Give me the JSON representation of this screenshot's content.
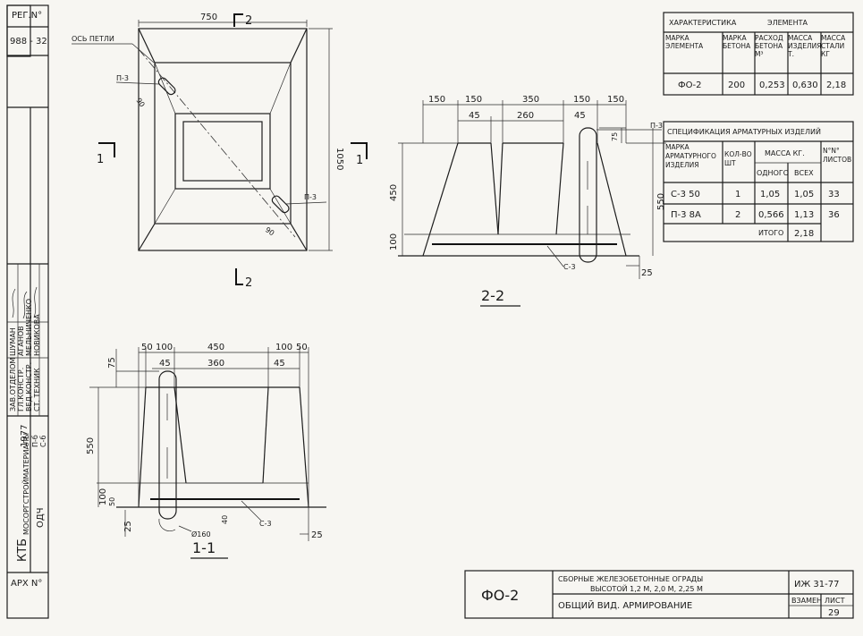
{
  "side_stamps": {
    "reg_label": "РЕГ.N°",
    "reg_number": "988 - 32",
    "arch_label": "АРХ N°",
    "org_line1": "КТБ",
    "org_line2": "МОСОРГСТРОЙМАТЕРИАЛЫ",
    "dept": "ОДЧ",
    "roles": [
      "ЗАВ.ОТДЕЛОМ",
      "ГЛ.КОНСТР.",
      "ВЕД.КОНСТР.",
      "СТ. ТЕХНИК"
    ],
    "names": [
      "ШУМАН",
      "АГАНОВ",
      "МЕЛЬНИЧЕНКО",
      "НОВИКОВА"
    ],
    "year_code": "1977",
    "group_codes": [
      "П-б",
      "С-б"
    ]
  },
  "plan_view": {
    "dim_top": "750",
    "dim_right": "1050",
    "loop_axis_label": "ОСЬ ПЕТЛИ",
    "loop_tag_1": "П-3",
    "loop_tag_2": "П-3",
    "angle_1": "90",
    "angle_2": "90",
    "section_mark_top": "2",
    "section_mark_bottom": "2",
    "section_mark_left": "1",
    "section_mark_right": "1"
  },
  "section_22": {
    "title": "2-2",
    "dims_top": [
      "150",
      "150",
      "350",
      "150",
      "150"
    ],
    "dims_inner": [
      "45",
      "260",
      "45"
    ],
    "dim_left_450": "450",
    "dim_left_100": "100",
    "dim_right_75": "75",
    "dim_right_550": "550",
    "dim_bottom_25": "25",
    "tag_loop": "П-3",
    "tag_mesh": "С-3"
  },
  "section_11": {
    "title": "1-1",
    "dims_top": [
      "50",
      "100",
      "450",
      "100",
      "50"
    ],
    "dims_inner": [
      "45",
      "360",
      "45"
    ],
    "dim_left_75": "75",
    "dim_left_550": "550",
    "dim_left_100": "100",
    "dim_left_50": "50",
    "dim_left_25": "25",
    "dim_bottom_25": "25",
    "diameter": "Ø160",
    "dim_40": "40",
    "tag_mesh": "С-3"
  },
  "element_table": {
    "title_left": "ХАРАКТЕРИСТИКА",
    "title_right": "ЭЛЕМЕНТА",
    "headers": [
      "МАРКА ЭЛЕМЕНТА",
      "МАРКА БЕТОНА",
      "РАСХОД БЕТОНА М³",
      "МАССА ИЗДЕЛИЯ Т.",
      "МАССА СТАЛИ КГ"
    ],
    "row": [
      "ФО-2",
      "200",
      "0,253",
      "0,630",
      "2,18"
    ]
  },
  "rebar_table": {
    "title": "СПЕЦИФИКАЦИЯ АРМАТУРНЫХ ИЗДЕЛИЙ",
    "headers": [
      "МАРКА АРМАТУРНОГО ИЗДЕЛИЯ",
      "КОЛ-ВО ШТ",
      "МАССА КГ.",
      "ОДНОГО",
      "ВСЕХ",
      "N°N° ЛИСТОВ"
    ],
    "rows": [
      [
        "С-3 50",
        "1",
        "1,05",
        "1,05",
        "33"
      ],
      [
        "П-3 8А",
        "2",
        "0,566",
        "1,13",
        "36"
      ]
    ],
    "total_label": "ИТОГО",
    "total_value": "2,18"
  },
  "title_block": {
    "mark": "ФО-2",
    "line1": "СБОРНЫЕ ЖЕЛЕЗОБЕТОННЫЕ ОГРАДЫ",
    "line2": "ВЫСОТОЙ 1,2 М, 2,0 М, 2,25 М",
    "line3": "ОБЩИЙ ВИД. АРМИРОВАНИЕ",
    "code": "ИЖ 31-77",
    "sheet_label": "ВЗАМЕН",
    "sheet_label2": "ЛИСТ",
    "sheet_no": "29"
  }
}
